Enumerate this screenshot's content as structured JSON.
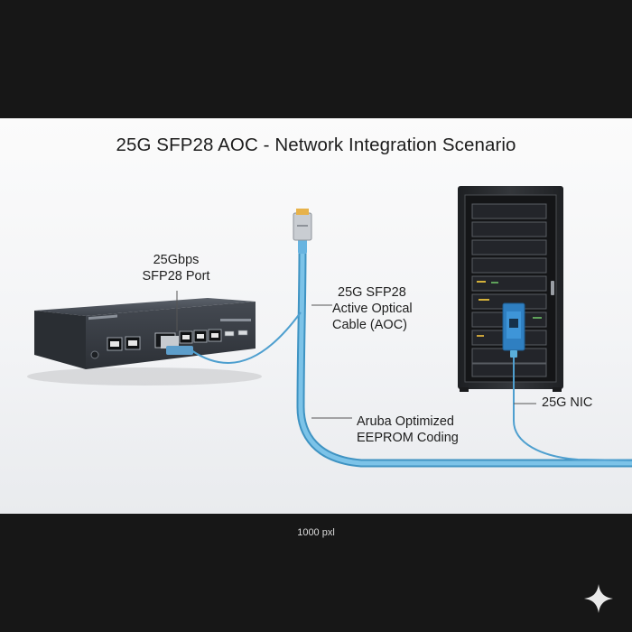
{
  "diagram": {
    "title": "25G SFP28 AOC - Network Integration Scenario",
    "labels": {
      "port_line1": "25Gbps",
      "port_line2": "SFP28 Port",
      "cable_line1": "25G SFP28",
      "cable_line2": "Active Optical",
      "cable_line3": "Cable (AOC)",
      "eeprom_line1": "Aruba Optimized",
      "eeprom_line2": "EEPROM Coding",
      "nic": "25G NIC"
    },
    "colors": {
      "cable": "#5aaed9",
      "switch_body": "#3b4048",
      "rack": "#2b2d30",
      "nic_card": "#2f7fc1"
    }
  },
  "footer": {
    "caption": "1000 pxl"
  },
  "icons": {
    "sparkle": "sparkle-icon"
  }
}
